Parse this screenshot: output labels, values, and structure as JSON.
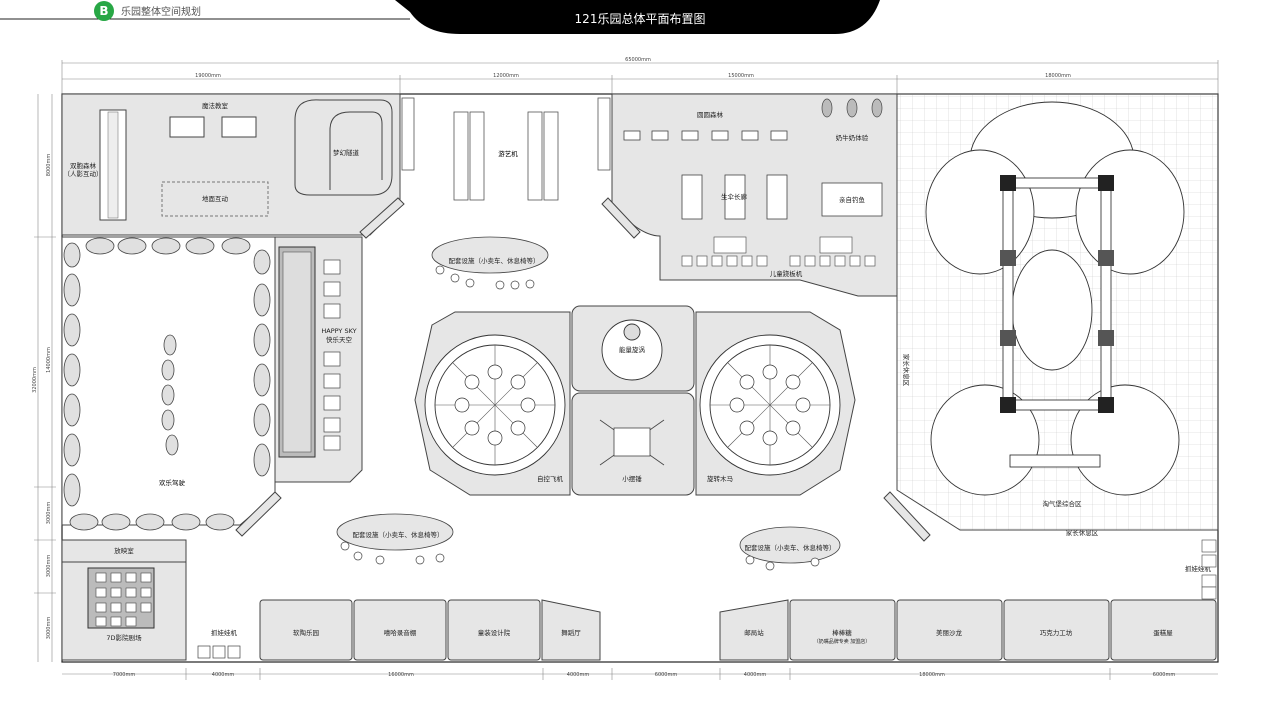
{
  "header": {
    "badge": "B",
    "section": "乐园整体空间规划",
    "title": "121乐园总体平面布置图"
  },
  "dims": {
    "total": "65000mm",
    "top": [
      "19000mm",
      "12000mm",
      "15000mm",
      "18000mm"
    ],
    "bottom": [
      "7000mm",
      "4000mm",
      "16000mm",
      "4000mm",
      "6000mm",
      "4000mm",
      "18000mm",
      "6000mm"
    ],
    "left": [
      "8000mm",
      "14000mm",
      "3000mm",
      "3000mm",
      "3000mm"
    ],
    "left_total": "32000mm"
  },
  "zones": {
    "magic_class": "魔法教室",
    "twin_forest": "双胞森林",
    "twin_forest_sub": "（人影互动）",
    "ground_interact": "地面互动",
    "dream_track": "梦幻隧道",
    "arcade": "游艺机",
    "round_forest": "圆圆森林",
    "milk_cow": "奶牛奶体验",
    "umbrella": "生伞长廊",
    "fishing": "亲自钓鱼",
    "kids_ride": "儿童跷板机",
    "facility_1": "配套设施（小卖车、休息椅等）",
    "happy_sky": "HAPPY SKY",
    "happy_sky_cn": "快乐天空",
    "fun_land": "欢乐驾驶",
    "energy": "能量旋涡",
    "flight": "自控飞机",
    "small_train": "小摆锤",
    "carousel": "旋转木马",
    "parent_rest_v": "家长休息区",
    "naughty_castle": "淘气堡综合区",
    "parent_rest_h": "家长休息区",
    "facility_2": "配套设施（小卖车、休息椅等）",
    "facility_3": "配套设施（小卖车、休息椅等）",
    "claw_right": "抓娃娃机",
    "release_room": "放映室",
    "cinema7d": "7D影院剧场",
    "claw_left": "抓娃娃机",
    "clay": "软陶乐园",
    "dub": "嘻哈录音棚",
    "costume": "童装设计院",
    "dance": "舞蹈厅",
    "post": "邮局站",
    "pipe": "棒棒糖",
    "pipe_sub": "（奶嘴品牌专卖  加盟店）",
    "beauty": "美丽沙龙",
    "chocolate": "巧克力工坊",
    "cake": "蛋糕屋"
  }
}
